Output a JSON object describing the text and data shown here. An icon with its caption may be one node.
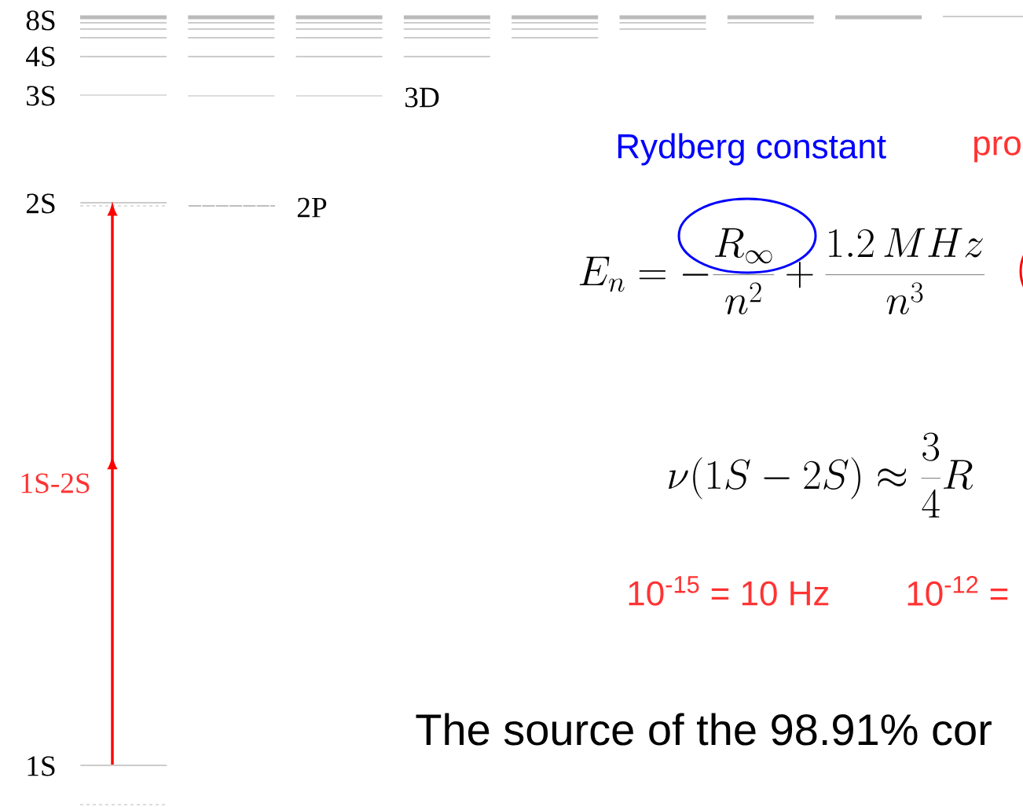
{
  "diagram": {
    "nodes": [
      {
        "text": [],
        "shape": "bar",
        "beside": [
          "2S"
        ]
      },
      {
        "text": [],
        "shape": "bar",
        "beside": [
          "1S"
        ]
      }
    ],
    "edges": [
      {
        "from": 1,
        "to": 0,
        "arrow": "to",
        "label": "1S-2S",
        "color": "#ff0000"
      }
    ],
    "labels": [
      "8S",
      "4S",
      "3S",
      "3D",
      "Rydberg constant",
      "pro",
      "E_n=-\\frac{R_\\infty}{n^2}+\\frac{1.2\\,MHz}{n^3}",
      "2P",
      "\\nu(1S-2S)\\approx\\frac{3}{4}R",
      "10$^{-15}$ = 10 Hz",
      "10$^{-12}$ =",
      "The source of the 98.91% cor"
    ]
  }
}
